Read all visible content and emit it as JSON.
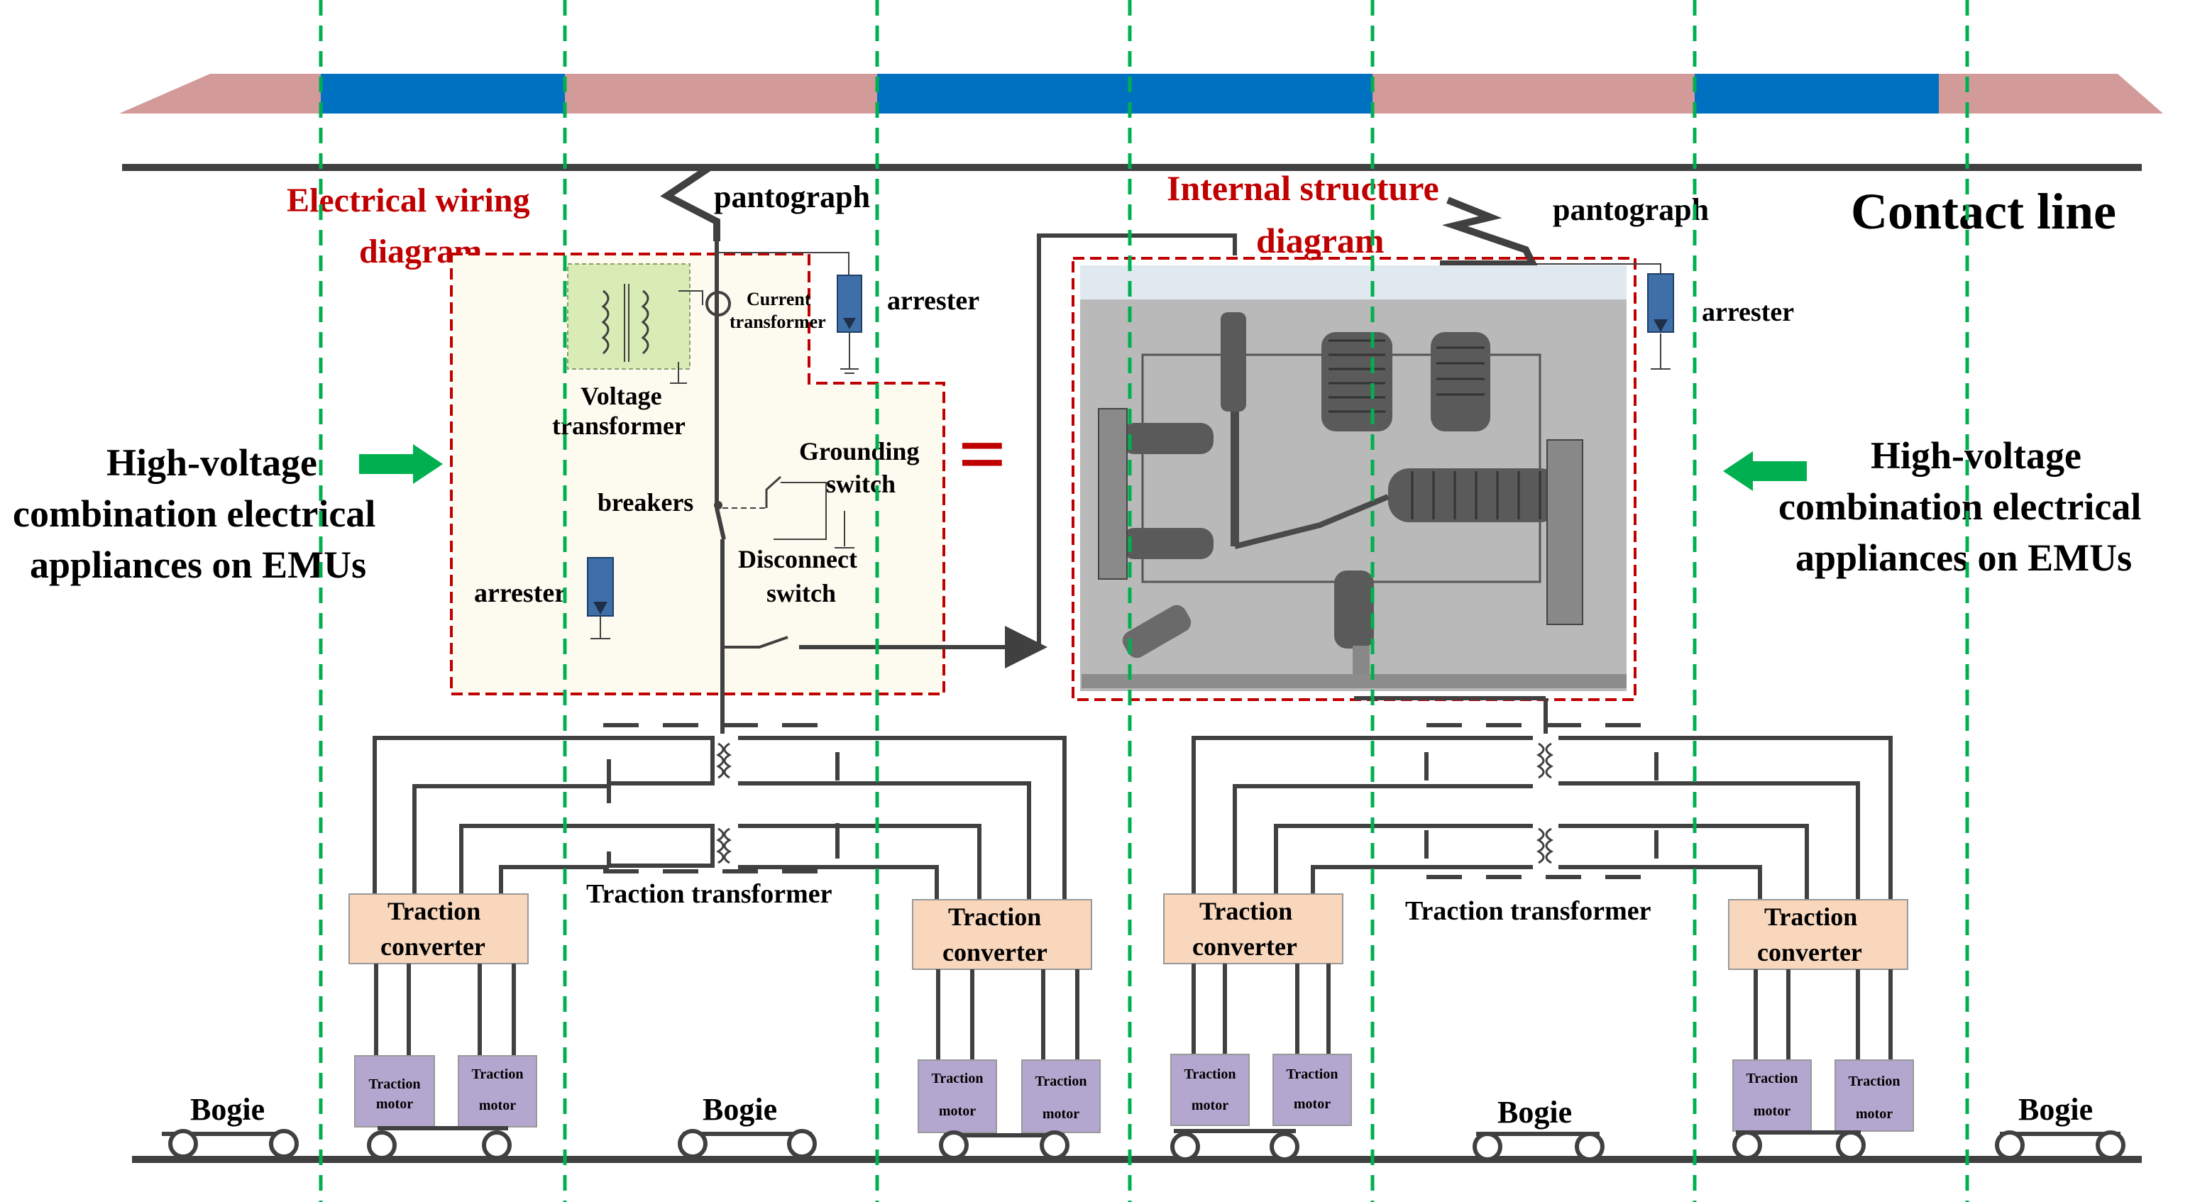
{
  "labels": {
    "contact_line": "Contact line",
    "pantograph_left": "pantograph",
    "pantograph_right": "pantograph",
    "electrical_title_1": "Electrical wiring",
    "electrical_title_2": "diagram",
    "internal_title_1": "Internal structure",
    "internal_title_2": "diagram",
    "current_transformer_1": "Current",
    "current_transformer_2": "transformer",
    "arrester_top_left": "arrester",
    "arrester_top_right": "arrester",
    "arrester_inner": "arrester",
    "voltage_transformer_1": "Voltage",
    "voltage_transformer_2": "transformer",
    "grounding_switch_1": "Grounding",
    "grounding_switch_2": "switch",
    "breakers": "breakers",
    "disconnect_switch_1": "Disconnect",
    "disconnect_switch_2": "switch",
    "equals": "=",
    "hv_left_1": "High-voltage",
    "hv_left_2": "combination electrical",
    "hv_left_3": "appliances on EMUs",
    "hv_right_1": "High-voltage",
    "hv_right_2": "combination electrical",
    "hv_right_3": "appliances on EMUs",
    "traction_transformer_left": "Traction transformer",
    "traction_transformer_right": "Traction transformer",
    "traction_converter_1": "Traction",
    "traction_converter_2": "converter",
    "traction_motor_1": "Traction",
    "traction_motor_2": "motor",
    "bogie": "Bogie"
  },
  "colors": {
    "roof_pink": "#d39a9a",
    "roof_blue": "#0070c0",
    "dashed_green": "#00b050",
    "title_red": "#c00000",
    "box_fill": "#fdfbef",
    "vt_green": "#d9ecb5",
    "arrester_blue": "#3f6fa8",
    "converter_fill": "#f9d7bd",
    "motor_fill": "#b4a7cf",
    "arrow_green": "#00b050",
    "wire": "#404040",
    "photo_gray": "#b9b9b9"
  }
}
